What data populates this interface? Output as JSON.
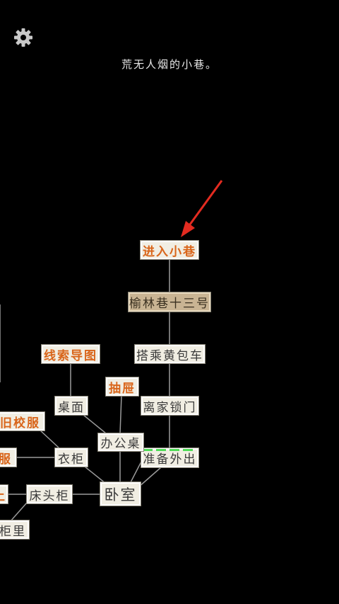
{
  "caption": "荒无人烟的小巷。",
  "icons": {
    "settings": "gear-icon",
    "pointer": "red-arrow-icon"
  },
  "colors": {
    "background": "#000000",
    "node_face": "#f1eee3",
    "highlight_node": "#c9b493",
    "unlocked_text": "#d9651a",
    "arrow": "#e32b20",
    "progress": "#4fdc57"
  },
  "nodes": {
    "enter_alley": "进入小巷",
    "yulin_lane_13": "榆林巷十三号",
    "take_rickshaw": "搭乘黄包车",
    "leave_home": "离家锁门",
    "prepare_go_out": "准备外出",
    "clue_map": "线索导图",
    "desk_surface": "桌面",
    "drawer": "抽屉",
    "office_desk": "办公桌",
    "old_uniform": "旧校服",
    "wardrobe": "衣柜",
    "clothes_left": "服",
    "bedside_cabinet": "床头柜",
    "far_left": "上",
    "bedroom": "卧室",
    "inside_cabinet": "柜里"
  },
  "prepare_progress": 0.8
}
